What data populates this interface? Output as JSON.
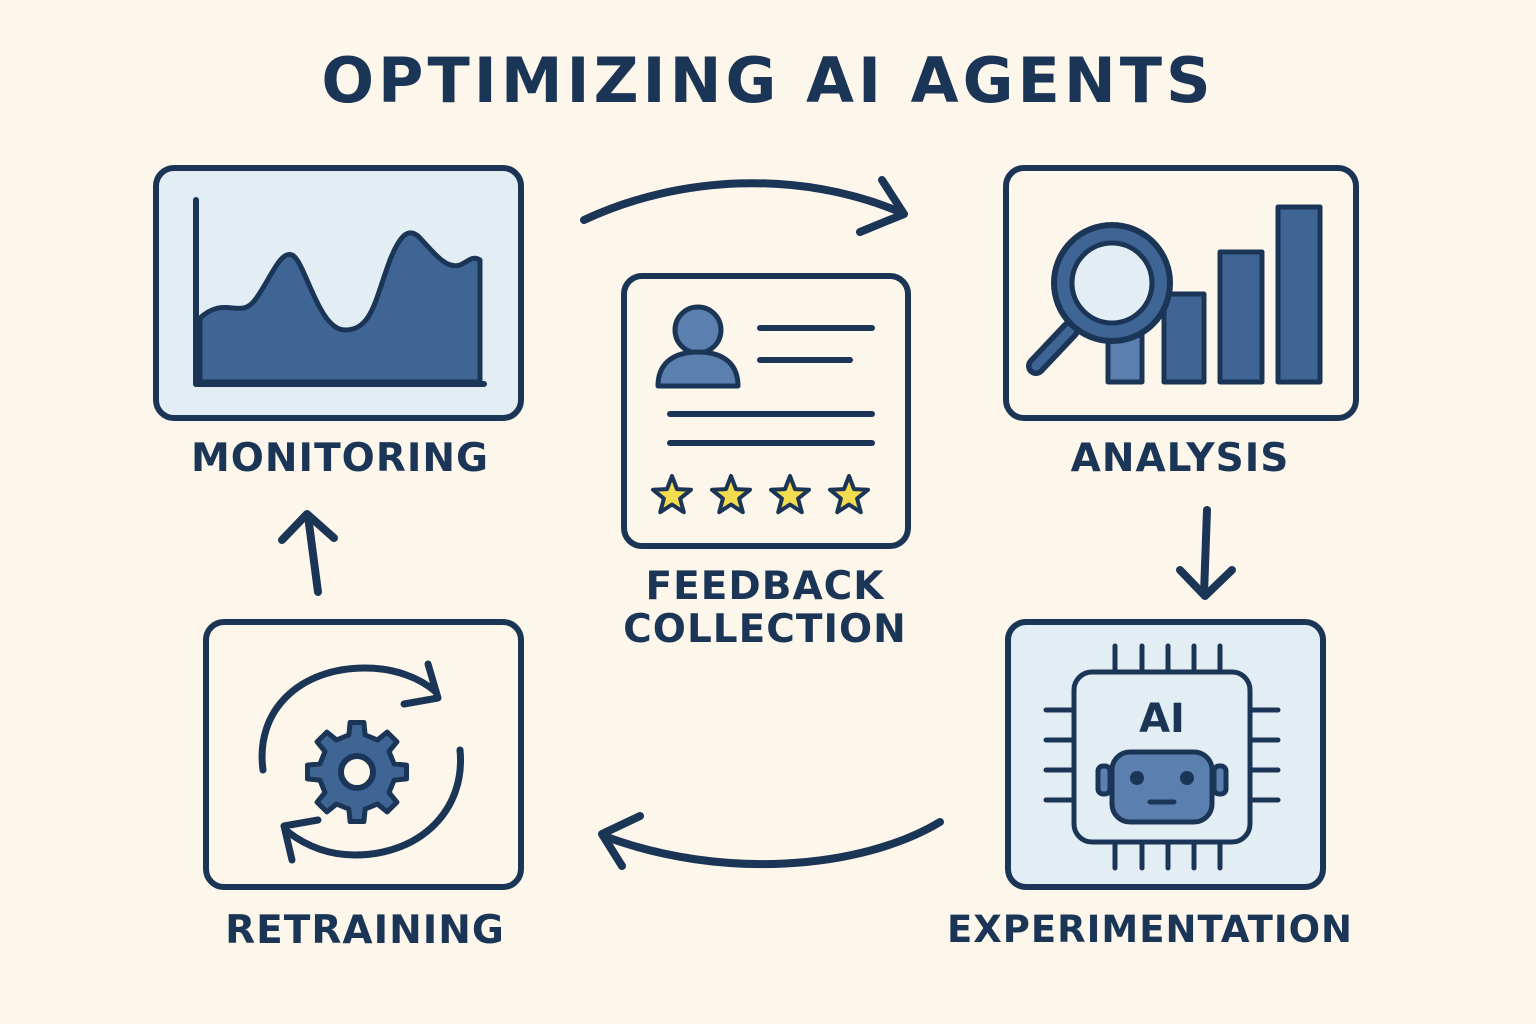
{
  "title": "OPTIMIZING AI AGENTS",
  "colors": {
    "background": "#fdf6ea",
    "ink": "#1b3557",
    "fill_dark": "#3f6594",
    "fill_mid": "#5b7fae",
    "panel_light": "#e3eef4",
    "star": "#f3dc50"
  },
  "stages": {
    "monitoring": {
      "label": "MONITORING",
      "icon": "area-chart-icon"
    },
    "feedback": {
      "label_line1": "FEEDBACK",
      "label_line2": "COLLECTION",
      "icon": "user-review-card-icon",
      "stars": 4
    },
    "analysis": {
      "label": "ANALYSIS",
      "icon": "magnifier-bar-chart-icon"
    },
    "experimentation": {
      "label": "EXPERIMENTATION",
      "icon": "ai-chip-robot-icon",
      "chip_text": "AI"
    },
    "retraining": {
      "label": "RETRAINING",
      "icon": "gear-cycle-icon"
    }
  },
  "flow": [
    "monitoring-to-analysis",
    "analysis-to-experimentation",
    "experimentation-to-retraining",
    "retraining-to-monitoring"
  ]
}
